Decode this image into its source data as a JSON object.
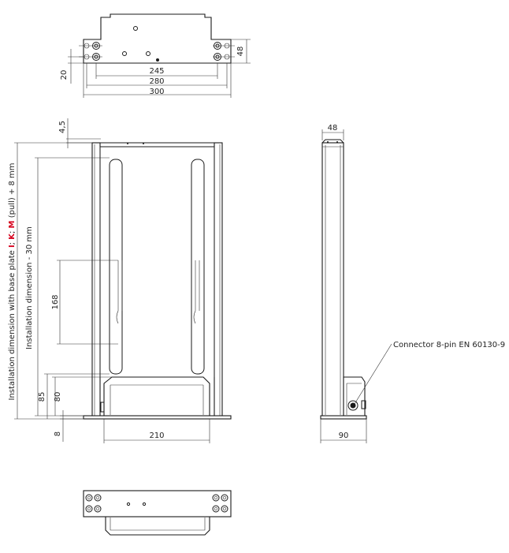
{
  "dimensions": {
    "top_view": {
      "d245": "245",
      "d280": "280",
      "d300": "300",
      "d48": "48",
      "d20": "20"
    },
    "front_view": {
      "d4_5": "4,5",
      "d168": "168",
      "d85": "85",
      "d80": "80",
      "d8": "8",
      "d210": "210"
    },
    "side_view": {
      "d48": "48",
      "d90": "90"
    }
  },
  "labels": {
    "installation_with_plate_prefix": "Installation dimension with base plate ",
    "installation_with_plate_variants": [
      {
        "text": "I",
        "highlight": true
      },
      {
        "text": "; ",
        "highlight": false
      },
      {
        "text": "K",
        "highlight": true
      },
      {
        "text": "; ",
        "highlight": false
      },
      {
        "text": "M",
        "highlight": true
      }
    ],
    "installation_with_plate_suffix": " (pull) + 8 mm",
    "installation_minus": "Installation dimension - 30 mm",
    "connector": "Connector 8-pin EN 60130-9"
  },
  "colors": {
    "line": "#1a1a1a",
    "highlight": "#d6001c",
    "background": "#ffffff"
  }
}
